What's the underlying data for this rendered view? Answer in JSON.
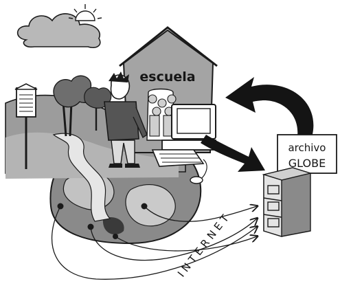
{
  "school": {
    "label": "escuela"
  },
  "archive": {
    "line1": "archivo",
    "line2": "GLOBE"
  },
  "network": {
    "label": "INTERNET"
  }
}
